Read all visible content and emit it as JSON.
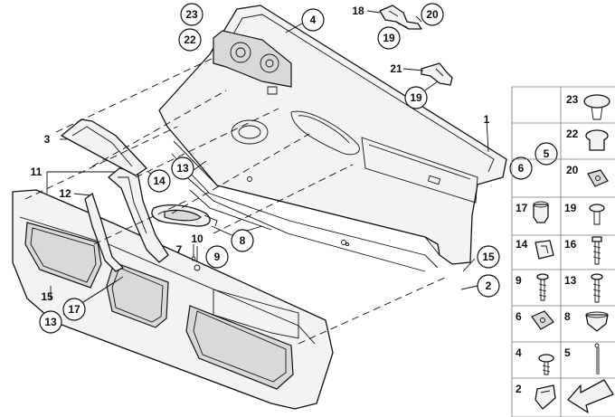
{
  "callouts": {
    "c23": "23",
    "c22": "22",
    "c4": "4",
    "c18": "18",
    "c20": "20",
    "c19a": "19",
    "c21": "21",
    "c19b": "19",
    "c1": "1",
    "c5": "5",
    "c6": "6",
    "c3": "3",
    "c11": "11",
    "c12": "12",
    "c14": "14",
    "c13a": "13",
    "c7": "7",
    "c10": "10",
    "c9": "9",
    "c8": "8",
    "c15a": "15",
    "c2": "2",
    "c15b": "15",
    "c13b": "13",
    "c17": "17"
  },
  "grid": {
    "r23": "23",
    "r22": "22",
    "r20": "20",
    "r17": "17",
    "r19": "19",
    "r14": "14",
    "r16": "16",
    "r9": "9",
    "r13": "13",
    "r6": "6",
    "r8": "8",
    "r4": "4",
    "r5": "5",
    "r2": "2"
  }
}
